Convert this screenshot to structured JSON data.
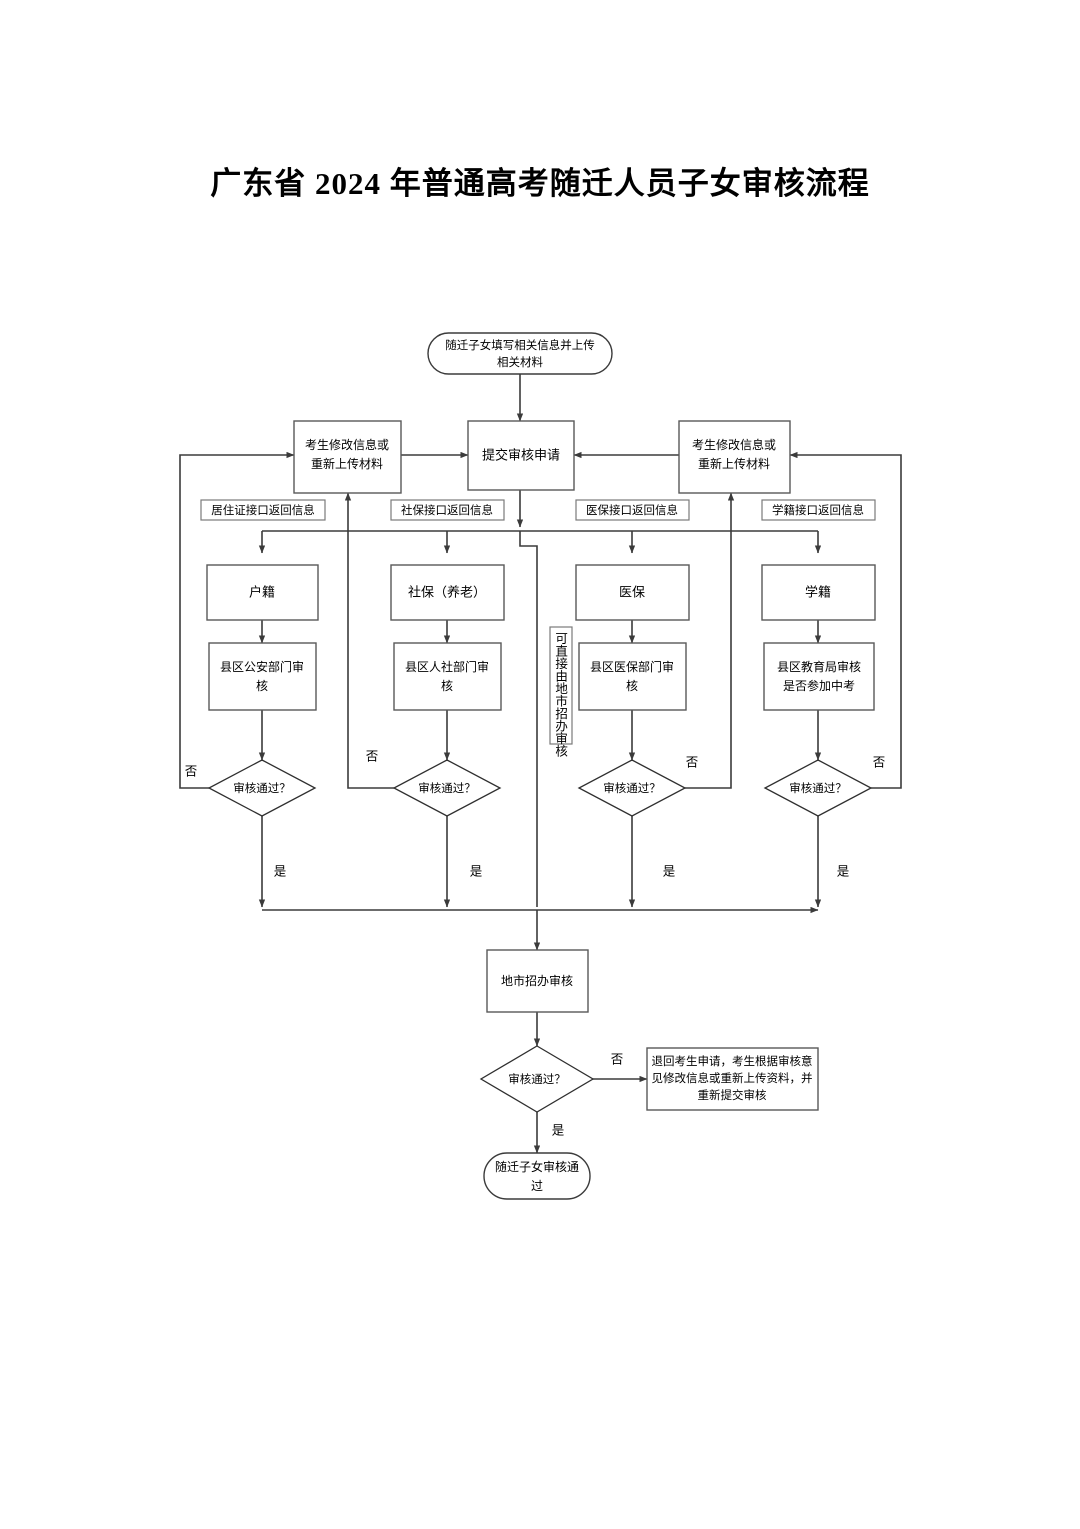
{
  "document": {
    "title": "广东省 2024 年普通高考随迁人员子女审核流程"
  },
  "chart_data": {
    "type": "diagram",
    "diagram_kind": "flowchart",
    "title": "广东省 2024 年普通高考随迁人员子女审核流程",
    "orientation": "top-to-bottom",
    "nodes": [
      {
        "id": "start",
        "shape": "terminator",
        "label": "随迁子女填写相关信息并上传相关材料"
      },
      {
        "id": "submit",
        "shape": "process",
        "label": "提交审核申请"
      },
      {
        "id": "modify_left",
        "shape": "process",
        "label": "考生修改信息或重新上传材料"
      },
      {
        "id": "modify_right",
        "shape": "process",
        "label": "考生修改信息或重新上传材料"
      },
      {
        "id": "tag_residence",
        "shape": "annotation",
        "label": "居住证接口返回信息"
      },
      {
        "id": "tag_social",
        "shape": "annotation",
        "label": "社保接口返回信息"
      },
      {
        "id": "tag_medical",
        "shape": "annotation",
        "label": "医保接口返回信息"
      },
      {
        "id": "tag_school",
        "shape": "annotation",
        "label": "学籍接口返回信息"
      },
      {
        "id": "hukou",
        "shape": "process",
        "label": "户籍"
      },
      {
        "id": "shebao",
        "shape": "process",
        "label": "社保（养老）"
      },
      {
        "id": "yibao",
        "shape": "process",
        "label": "医保"
      },
      {
        "id": "xueji",
        "shape": "process",
        "label": "学籍"
      },
      {
        "id": "police",
        "shape": "process",
        "label": "县区公安部门审核"
      },
      {
        "id": "hrss",
        "shape": "process",
        "label": "县区人社部门审核"
      },
      {
        "id": "medins",
        "shape": "process",
        "label": "县区医保部门审核"
      },
      {
        "id": "edu",
        "shape": "process",
        "label": "县区教育局审核是否参加中考"
      },
      {
        "id": "direct_note",
        "shape": "annotation-vertical",
        "label": "可直接由地市招办审核"
      },
      {
        "id": "d1",
        "shape": "decision",
        "label": "审核通过？"
      },
      {
        "id": "d2",
        "shape": "decision",
        "label": "审核通过？"
      },
      {
        "id": "d3",
        "shape": "decision",
        "label": "审核通过？"
      },
      {
        "id": "d4",
        "shape": "decision",
        "label": "审核通过？"
      },
      {
        "id": "city",
        "shape": "process",
        "label": "地市招办审核"
      },
      {
        "id": "d5",
        "shape": "decision",
        "label": "审核通过？"
      },
      {
        "id": "reject",
        "shape": "process",
        "label": "退回考生申请，考生根据审核意见修改信息或重新上传资料，并重新提交审核"
      },
      {
        "id": "end",
        "shape": "terminator",
        "label": "随迁子女审核通过"
      }
    ],
    "edge_labels": {
      "no": "否",
      "yes": "是"
    },
    "edges": [
      {
        "from": "start",
        "to": "submit",
        "label": ""
      },
      {
        "from": "modify_left",
        "to": "submit",
        "label": ""
      },
      {
        "from": "modify_right",
        "to": "submit",
        "label": ""
      },
      {
        "from": "submit",
        "to": "hukou",
        "label": ""
      },
      {
        "from": "submit",
        "to": "shebao",
        "label": ""
      },
      {
        "from": "submit",
        "to": "yibao",
        "label": ""
      },
      {
        "from": "submit",
        "to": "xueji",
        "label": ""
      },
      {
        "from": "hukou",
        "to": "police",
        "label": ""
      },
      {
        "from": "shebao",
        "to": "hrss",
        "label": ""
      },
      {
        "from": "yibao",
        "to": "medins",
        "label": ""
      },
      {
        "from": "xueji",
        "to": "edu",
        "label": ""
      },
      {
        "from": "police",
        "to": "d1",
        "label": ""
      },
      {
        "from": "hrss",
        "to": "d2",
        "label": ""
      },
      {
        "from": "medins",
        "to": "d3",
        "label": ""
      },
      {
        "from": "edu",
        "to": "d4",
        "label": ""
      },
      {
        "from": "d1",
        "to": "modify_left",
        "label": "否"
      },
      {
        "from": "d2",
        "to": "modify_left",
        "label": "否"
      },
      {
        "from": "d3",
        "to": "modify_right",
        "label": "否"
      },
      {
        "from": "d4",
        "to": "modify_right",
        "label": "否"
      },
      {
        "from": "d1",
        "to": "city",
        "label": "是"
      },
      {
        "from": "d2",
        "to": "city",
        "label": "是"
      },
      {
        "from": "d3",
        "to": "city",
        "label": "是"
      },
      {
        "from": "d4",
        "to": "city",
        "label": "是"
      },
      {
        "from": "submit",
        "to": "city",
        "label": "可直接由地市招办审核"
      },
      {
        "from": "city",
        "to": "d5",
        "label": ""
      },
      {
        "from": "d5",
        "to": "reject",
        "label": "否"
      },
      {
        "from": "d5",
        "to": "end",
        "label": "是"
      }
    ],
    "colors": {
      "background": "#ffffff",
      "node_stroke": "#595959",
      "edge_stroke": "#3b3b3b",
      "text": "#000000"
    }
  }
}
